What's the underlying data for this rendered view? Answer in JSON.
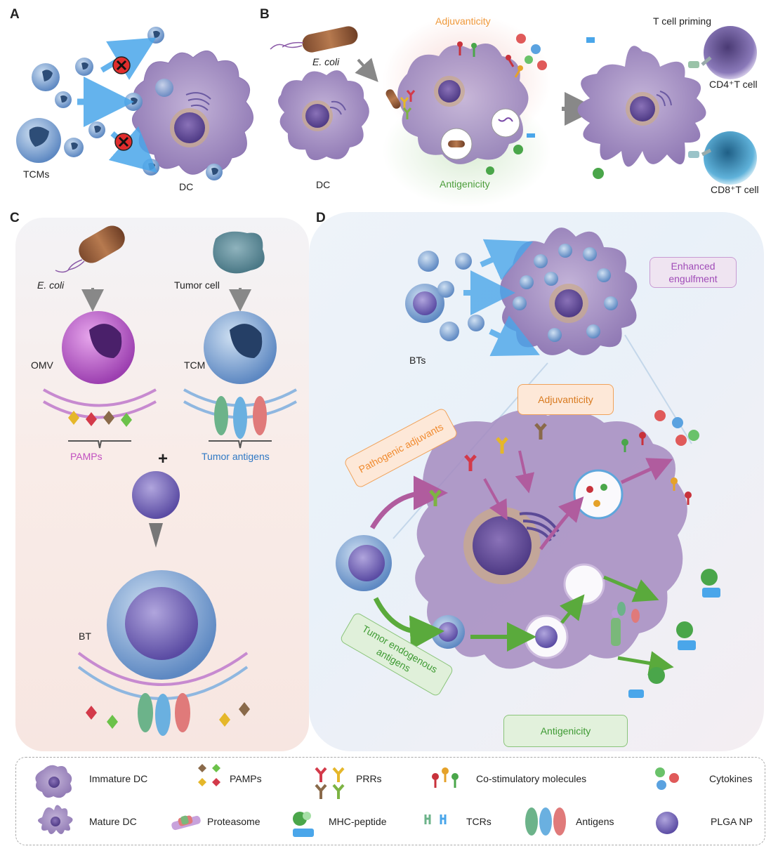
{
  "panels": {
    "a": "A",
    "b": "B",
    "c": "C",
    "d": "D"
  },
  "panelA": {
    "tcms": "TCMs",
    "dc": "DC"
  },
  "panelB": {
    "ecoli": "E. coli",
    "dc": "DC",
    "adjuvanticity": "Adjuvanticity",
    "antigenicity": "Antigenicity",
    "t_priming": "T cell priming",
    "cd4": "CD4⁺T cell",
    "cd8": "CD8⁺T cell"
  },
  "panelC": {
    "ecoli": "E. coli",
    "tumor_cell": "Tumor cell",
    "omv": "OMV",
    "tcm": "TCM",
    "pamps": "PAMPs",
    "tumor_antigens": "Tumor antigens",
    "plus": "+",
    "bt": "BT"
  },
  "panelD": {
    "bts": "BTs",
    "enhanced": "Enhanced engulfment",
    "adjuvanticity": "Adjuvanticity",
    "pathogenic": "Pathogenic adjuvants",
    "tumor_endogenous": "Tumor endogenous antigens",
    "antigenicity": "Antigenicity"
  },
  "legend": [
    {
      "label": "Immature DC",
      "icon": "immature-dc-icon"
    },
    {
      "label": "PAMPs",
      "icon": "pamps-icon"
    },
    {
      "label": "PRRs",
      "icon": "prrs-icon"
    },
    {
      "label": "Co-stimulatory molecules",
      "icon": "costim-icon"
    },
    {
      "label": "Cytokines",
      "icon": "cytokines-icon"
    },
    {
      "label": "Mature DC",
      "icon": "mature-dc-icon"
    },
    {
      "label": "Proteasome",
      "icon": "proteasome-icon"
    },
    {
      "label": "MHC-peptide",
      "icon": "mhc-icon"
    },
    {
      "label": "TCRs",
      "icon": "tcr-icon"
    },
    {
      "label": "Antigens",
      "icon": "antigens-icon"
    },
    {
      "label": "PLGA NP",
      "icon": "plga-icon"
    }
  ],
  "colors": {
    "dc": "#9c86bd",
    "tcm": "#5b8fc9",
    "omv": "#b45ec4",
    "arrow_blue": "#4aa6ea",
    "orange": "#f0993a",
    "green": "#6cb34d",
    "purple": "#a565c2"
  }
}
